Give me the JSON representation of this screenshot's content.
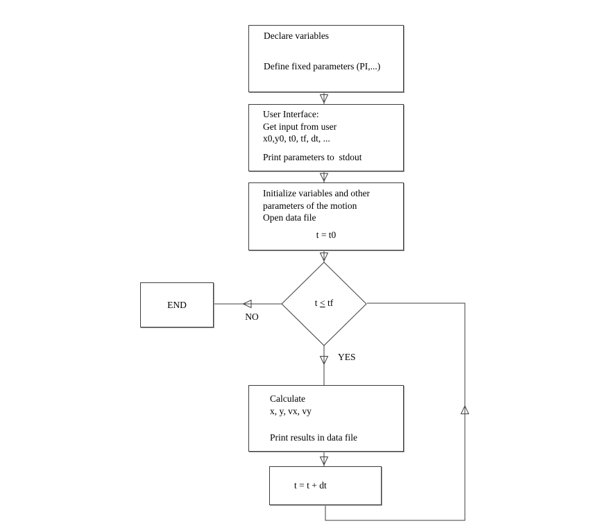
{
  "nodes": {
    "declare": {
      "line1": "Declare variables",
      "line2": "Define fixed parameters (PI,...)"
    },
    "user_interface": {
      "line1": "User Interface:",
      "line2": "Get input from user",
      "line3": "x0,y0, t0, tf, dt, ...",
      "line4": "Print parameters to  stdout"
    },
    "initialize": {
      "line1": "Initialize variables and other",
      "line2": "parameters of the motion",
      "line3": "Open data file",
      "line4": "t = t0"
    },
    "decision": {
      "prefix": "t ",
      "op": "<",
      "suffix": " tf"
    },
    "end": {
      "label": "END"
    },
    "calculate": {
      "line1": "Calculate",
      "line2": "x, y, vx, vy",
      "line3": "Print results in data file"
    },
    "increment": {
      "label": "t = t + dt"
    }
  },
  "edges": {
    "no_label": "NO",
    "yes_label": "YES"
  },
  "colors": {
    "line": "#3c3c3c",
    "box_shadow": "#9c9c9c",
    "background": "#ffffff",
    "text": "#000000"
  }
}
